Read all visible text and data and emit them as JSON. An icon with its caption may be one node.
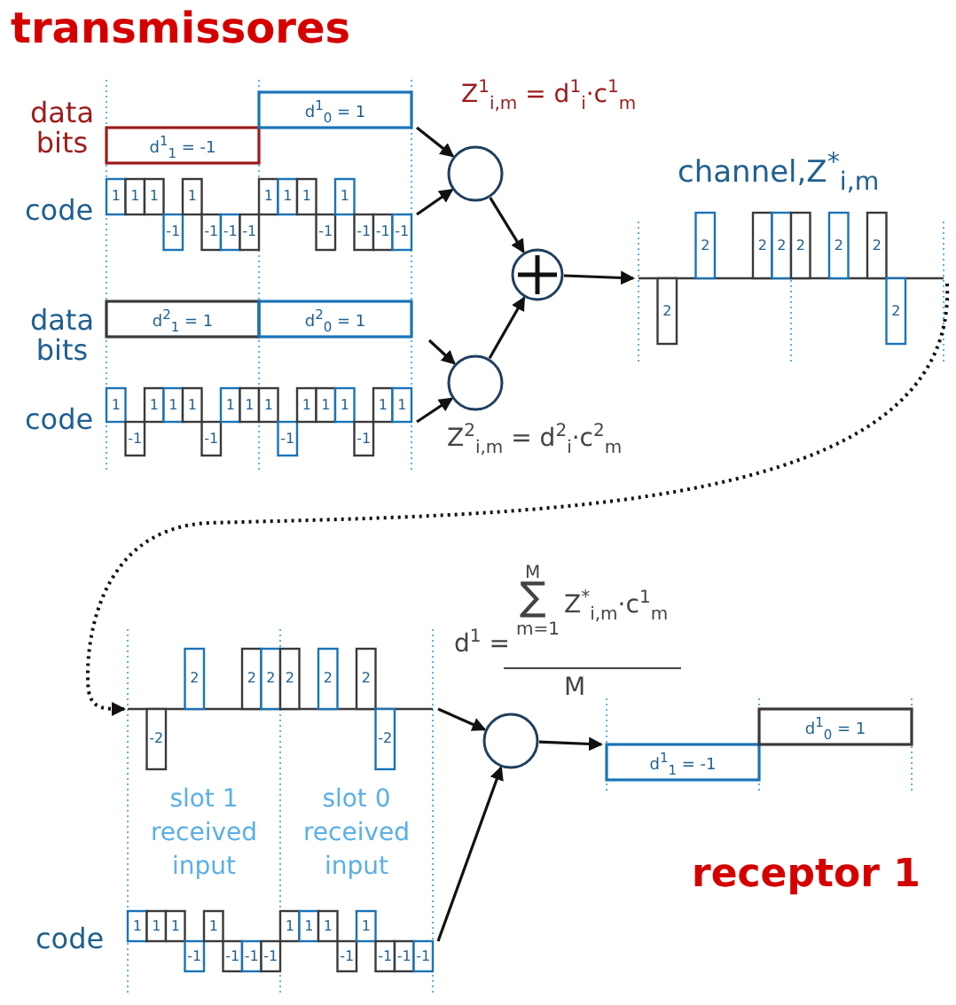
{
  "diagram": {
    "title": "transmissores",
    "nodes": [
      {
        "text": [
          "d$^{1}$$_{1}$ = -1",
          "d$^{1}$$_{0}$ = 1"
        ],
        "beside": [
          "data bits"
        ]
      },
      {
        "text": [
          "1",
          "1",
          "1",
          "-1",
          "1",
          "-1",
          "-1",
          "-1",
          "1",
          "1",
          "1",
          "-1",
          "1",
          "-1",
          "-1",
          "-1"
        ],
        "beside": [
          "code"
        ]
      },
      {
        "text": [
          "d$^{2}$$_{1}$ = 1",
          "d$^{2}$$_{0}$ = 1"
        ],
        "beside": [
          "data bits"
        ]
      },
      {
        "text": [
          "1",
          "-1",
          "1",
          "1",
          "1",
          "-1",
          "1",
          "1",
          "1",
          "-1",
          "1",
          "1",
          "1",
          "-1",
          "1",
          "1"
        ],
        "beside": [
          "code"
        ]
      },
      {
        "text": [],
        "shape": "circle",
        "beside": [
          "Z$^{1}$$_{i,m}$ = d$^{1}$$_{i}$·c$^{1}$$_{m}$"
        ]
      },
      {
        "text": [],
        "shape": "circle",
        "beside": [
          "Z$^{2}$$_{i,m}$ = d$^{2}$$_{i}$·c$^{2}$$_{m}$"
        ]
      },
      {
        "text": [],
        "shape": "circle"
      },
      {
        "text": [
          "channel,Z$^{*}$$_{i,m}$",
          "2",
          "2",
          "2",
          "2",
          "2",
          "2",
          "2",
          "2"
        ]
      },
      {
        "text": [
          "-2",
          "2",
          "2",
          "2",
          "2",
          "2",
          "2",
          "-2"
        ],
        "beside": [
          "slot 1 received input",
          "slot 0 received input"
        ]
      },
      {
        "text": [
          "1",
          "1",
          "1",
          "-1",
          "1",
          "-1",
          "-1",
          "-1",
          "1",
          "1",
          "1",
          "-1",
          "1",
          "-1",
          "-1",
          "-1"
        ],
        "beside": [
          "code"
        ]
      },
      {
        "text": [],
        "shape": "circle"
      },
      {
        "text": [
          "d$^{1}$$_{1}$ = -1",
          "d$^{1}$$_{0}$ = 1"
        ]
      }
    ],
    "edges": [
      {
        "from": 0,
        "to": 4,
        "arrow": "to"
      },
      {
        "from": 1,
        "to": 4,
        "arrow": "to"
      },
      {
        "from": 2,
        "to": 5,
        "arrow": "to"
      },
      {
        "from": 3,
        "to": 5,
        "arrow": "to"
      },
      {
        "from": 4,
        "to": 6,
        "arrow": "to"
      },
      {
        "from": 5,
        "to": 6,
        "arrow": "to"
      },
      {
        "from": 6,
        "to": 7,
        "arrow": "to"
      },
      {
        "from": 7,
        "to": 8,
        "arrow": "to",
        "style": "dashed"
      },
      {
        "from": 8,
        "to": 10,
        "arrow": "to"
      },
      {
        "from": 9,
        "to": 10,
        "arrow": "to"
      },
      {
        "from": 10,
        "to": 11,
        "arrow": "to"
      }
    ],
    "labels": [
      "d$^{1}$ =",
      "M",
      "∑",
      "m=1",
      "Z$^{*}$$_{i,m}$·c$^{1}$$_{m}$",
      "M",
      "receptor 1"
    ]
  }
}
